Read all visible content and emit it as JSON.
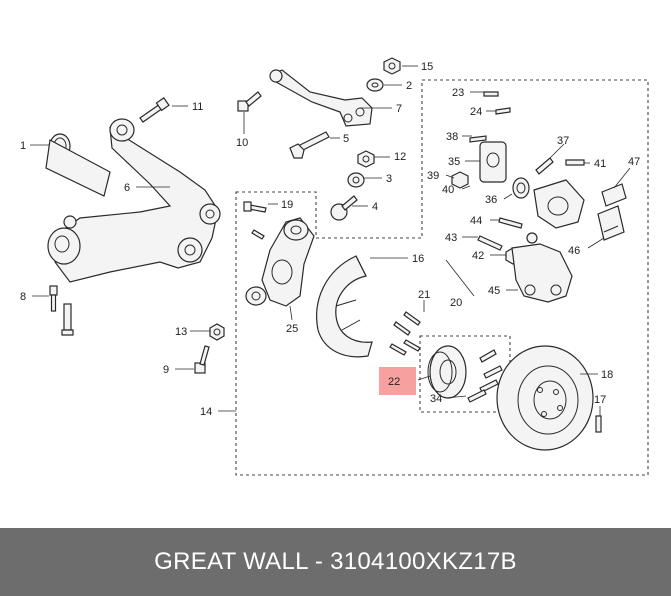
{
  "title": "GREAT WALL - 3104100XKZ17B",
  "highlight_color": "#f7a0a0",
  "labels": {
    "l1": "1",
    "l2": "2",
    "l3": "3",
    "l4": "4",
    "l5": "5",
    "l6": "6",
    "l7": "7",
    "l8": "8",
    "l9": "9",
    "l10": "10",
    "l11": "11",
    "l12": "12",
    "l13": "13",
    "l14": "14",
    "l15": "15",
    "l16": "16",
    "l17": "17",
    "l18": "18",
    "l19": "19",
    "l20": "20",
    "l21": "21",
    "l22": "22",
    "l23": "23",
    "l24": "24",
    "l25": "25",
    "l34": "34",
    "l35": "35",
    "l36": "36",
    "l37": "37",
    "l38": "38",
    "l39": "39",
    "l40": "40",
    "l41": "41",
    "l42": "42",
    "l43": "43",
    "l44": "44",
    "l45": "45",
    "l46": "46",
    "l47": "47"
  }
}
